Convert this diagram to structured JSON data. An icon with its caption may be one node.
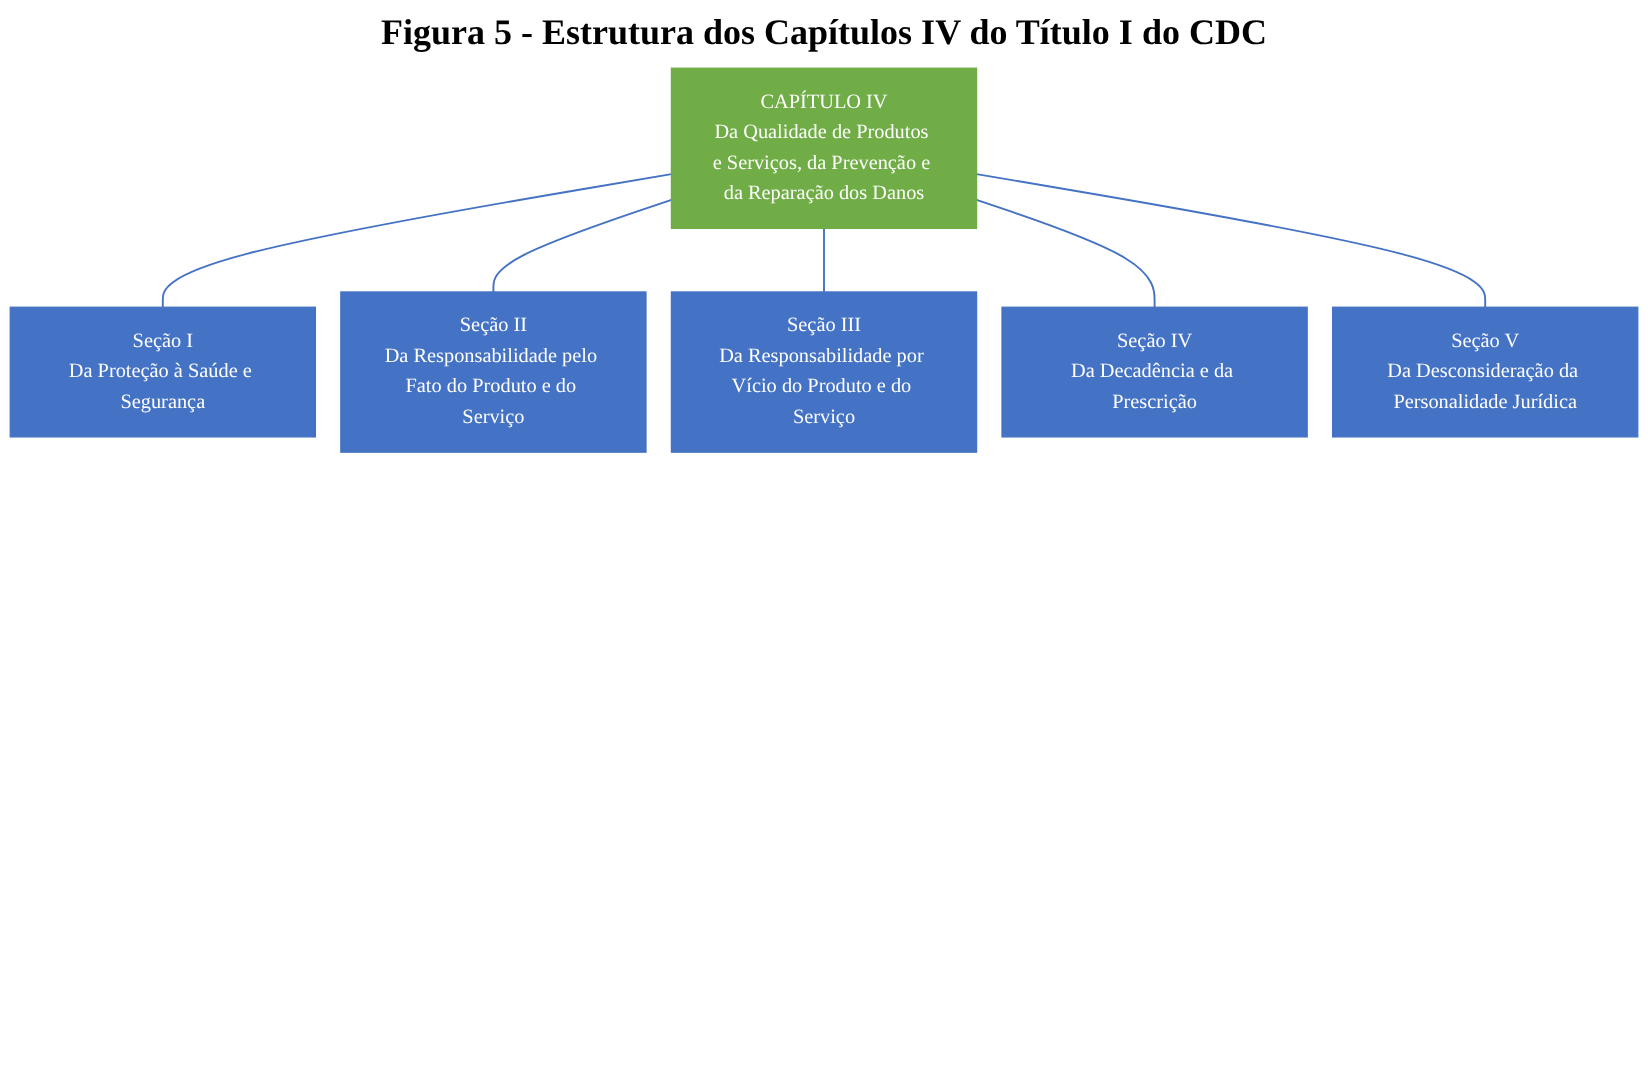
{
  "diagram": {
    "title": "Figura 5 - Estrutura dos Capítulos IV do Título I do CDC",
    "nodes": [
      {
        "text": [
          "CAPÍTULO IV",
          "Da Qualidade de Produtos e Serviços, da Prevenção e da Reparação dos Danos"
        ]
      },
      {
        "text": [
          "Seção I",
          "Da Proteção à Saúde e Segurança"
        ]
      },
      {
        "text": [
          "Seção II",
          "Da Responsabilidade pelo Fato do Produto e do Serviço"
        ]
      },
      {
        "text": [
          "Seção III",
          "Da Responsabilidade por Vício do Produto e do Serviço"
        ]
      },
      {
        "text": [
          "Seção IV",
          "Da Decadência e da Prescrição"
        ]
      },
      {
        "text": [
          "Seção V",
          "Da Desconsideração da Personalidade Jurídica"
        ]
      }
    ],
    "edges": [
      {
        "from": 0,
        "to": 1,
        "arrow": "none"
      },
      {
        "from": 0,
        "to": 2,
        "arrow": "none"
      },
      {
        "from": 0,
        "to": 3,
        "arrow": "none"
      },
      {
        "from": 0,
        "to": 4,
        "arrow": "none"
      },
      {
        "from": 0,
        "to": 5,
        "arrow": "none"
      }
    ]
  }
}
